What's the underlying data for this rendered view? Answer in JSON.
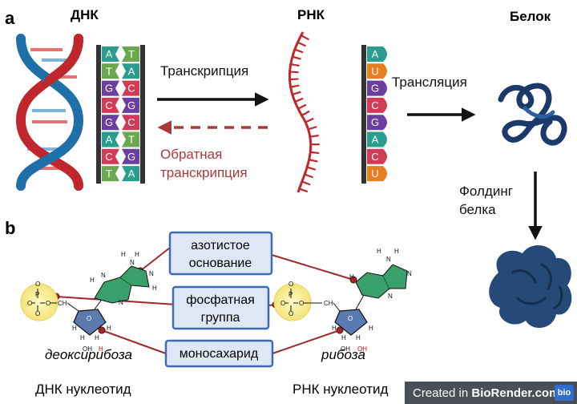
{
  "panel_a": {
    "label": "a",
    "dna_title": "ДНК",
    "rna_title": "РНК",
    "protein_title": "Белок",
    "transcription": "Транскрипция",
    "reverse_transcription_line1": "Обратная",
    "reverse_transcription_line2": "транскрипция",
    "translation": "Трансляция",
    "folding_line1": "Фолдинг",
    "folding_line2": "белка",
    "dna_pairs": [
      [
        "A",
        "T"
      ],
      [
        "T",
        "A"
      ],
      [
        "G",
        "C"
      ],
      [
        "C",
        "G"
      ],
      [
        "G",
        "C"
      ],
      [
        "A",
        "T"
      ],
      [
        "C",
        "G"
      ],
      [
        "T",
        "A"
      ]
    ],
    "rna_bases": [
      "A",
      "U",
      "G",
      "C",
      "G",
      "A",
      "C",
      "U"
    ]
  },
  "panel_b": {
    "label": "b",
    "nitrogen_base_line1": "азотистое",
    "nitrogen_base_line2": "основание",
    "phosphate_line1": "фосфатная",
    "phosphate_line2": "группа",
    "monosaccharide": "моносахарид",
    "deoxyribose": "деоксирибоза",
    "ribose": "рибоза",
    "dna_nucleotide": "ДНК нуклеотид",
    "rna_nucleotide": "РНК нуклеотид"
  },
  "credit": {
    "created_in": "Created in",
    "brand": "BioRender.com",
    "logo": "bio"
  },
  "colors": {
    "A": "#2a9d8f",
    "T": "#6aa84f",
    "G": "#6b3fa0",
    "C": "#d23b55",
    "U": "#e67e22",
    "dna_blue": "#1f6fa8",
    "dna_red": "#c0272d",
    "rna_red": "#c0272d",
    "protein": "#1b3a6b",
    "line_red": "#9e2a2b",
    "dashed": "#a83a3a",
    "pill_fill": "#dde7f6",
    "pill_stroke": "#3d6bb5"
  }
}
